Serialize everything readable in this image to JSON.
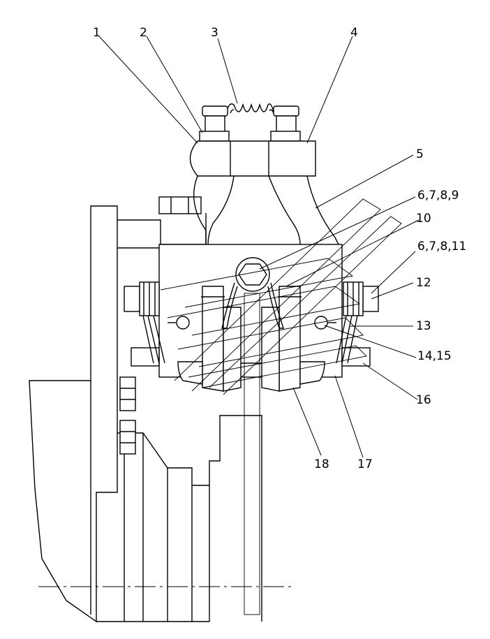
{
  "labels": {
    "l1": "1",
    "l2": "2",
    "l3": "3",
    "l4": "4",
    "l5": "5",
    "l6789": "6,7,8,9",
    "l10": "10",
    "l67811": "6,7,8,11",
    "l12": "12",
    "l13": "13",
    "l1415": "14,15",
    "l16": "16",
    "l17": "17",
    "l18": "18"
  }
}
